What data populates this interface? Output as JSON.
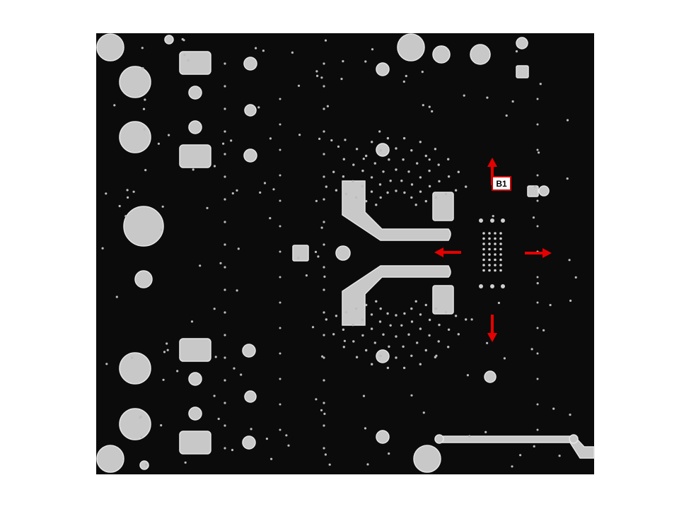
{
  "board": {
    "background": "#0b0b0b",
    "copper": "#c8c8c8",
    "copper_edge": "#e6e6e6",
    "via_color": "#bdbdbd"
  },
  "annotation": {
    "label": "B1",
    "arrow_color": "#e60000",
    "label_border": "#d40000",
    "label_fill": "#ffffff",
    "arrow_directions": [
      "up",
      "down",
      "left",
      "right"
    ]
  }
}
